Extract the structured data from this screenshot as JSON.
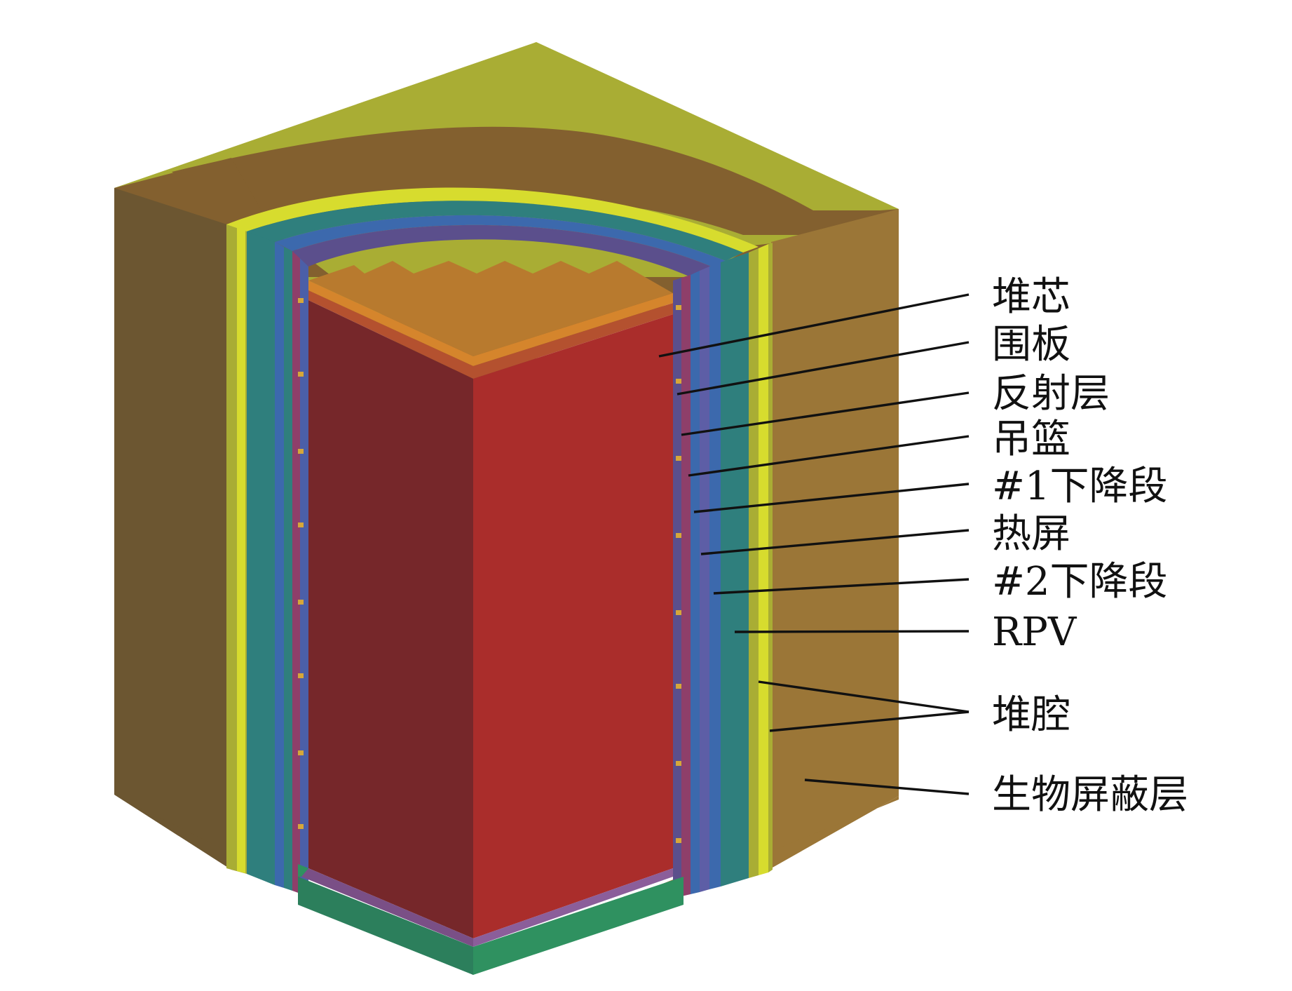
{
  "labels": {
    "core": "堆芯",
    "baffle": "围板",
    "reflector": "反射层",
    "barrel": "吊篮",
    "downcomer1": "#1下降段",
    "thermal_shield": "热屏",
    "downcomer2": "#2下降段",
    "rpv": "RPV",
    "cavity": "堆腔",
    "bioshield": "生物屏蔽层"
  },
  "colors": {
    "background": "#ffffff",
    "core_side": "#aa2d2b",
    "core_side_dark": "#76272a",
    "core_top": "#b87a2e",
    "bioshield_front": "#9b7637",
    "bioshield_side": "#6c5631",
    "bioshield_top": "#83602f",
    "cavity_yellow": "#d7dc2e",
    "outer_top": "#a9ad34",
    "rpv_teal": "#2f7f7d",
    "inner_blue": "#3c69ad",
    "bottom_green": "#2f9160",
    "callout": "#111111"
  }
}
